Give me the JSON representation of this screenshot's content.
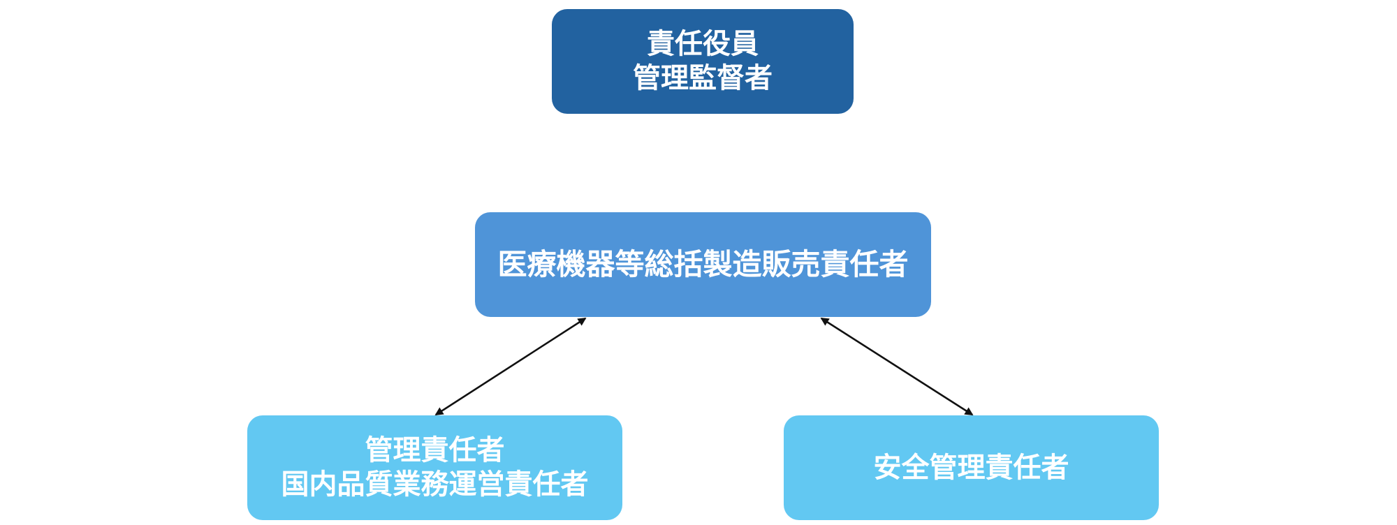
{
  "diagram": {
    "nodes": {
      "top": {
        "lines": [
          "責任役員",
          "管理監督者"
        ]
      },
      "middle": {
        "lines": [
          "医療機器等総括製造販売責任者"
        ]
      },
      "bottom_left": {
        "lines": [
          "管理責任者",
          "国内品質業務運営責任者"
        ]
      },
      "bottom_right": {
        "lines": [
          "安全管理責任者"
        ]
      }
    },
    "edges": [
      {
        "from": "middle",
        "to": "bottom_left",
        "direction": "bidirectional"
      },
      {
        "from": "middle",
        "to": "bottom_right",
        "direction": "bidirectional"
      }
    ]
  },
  "colors": {
    "top_box": "#2262a0",
    "middle_box": "#4f94d8",
    "bottom_box": "#62c8f2",
    "text": "#ffffff",
    "connector": "#111111"
  }
}
